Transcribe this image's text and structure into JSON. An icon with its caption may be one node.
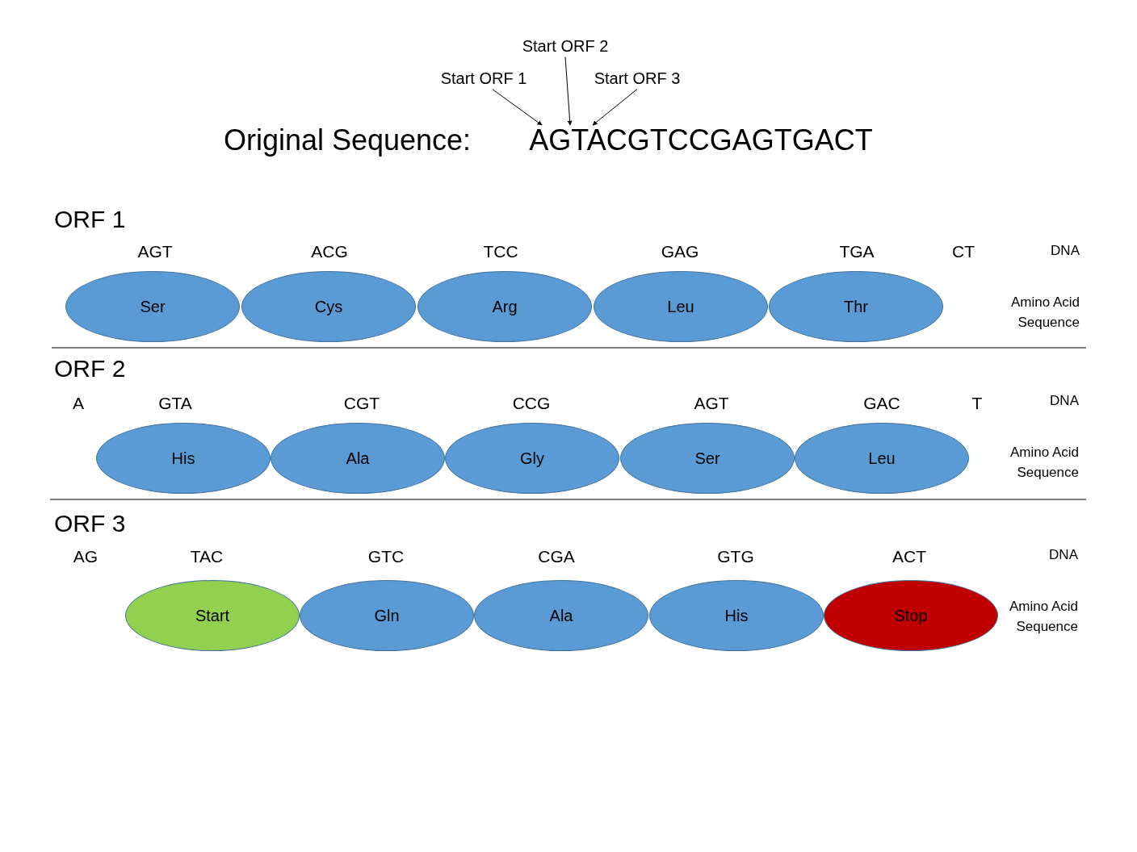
{
  "diagram": {
    "nodes": [
      {
        "text": [
          "Start ORF 1"
        ]
      },
      {
        "text": [
          "Start ORF 2"
        ]
      },
      {
        "text": [
          "Start ORF 3"
        ]
      },
      {
        "text": [
          "AGTACGTCCGAGTGACT"
        ]
      },
      {
        "text": [
          "Ser"
        ]
      },
      {
        "text": [
          "Cys"
        ]
      },
      {
        "text": [
          "Arg"
        ]
      },
      {
        "text": [
          "Leu"
        ]
      },
      {
        "text": [
          "Thr"
        ]
      },
      {
        "text": [
          "His"
        ]
      },
      {
        "text": [
          "Ala"
        ]
      },
      {
        "text": [
          "Gly"
        ]
      },
      {
        "text": [
          "Ser"
        ]
      },
      {
        "text": [
          "Leu"
        ]
      },
      {
        "text": [
          "Start"
        ]
      },
      {
        "text": [
          "Gln"
        ]
      },
      {
        "text": [
          "Ala"
        ]
      },
      {
        "text": [
          "His"
        ]
      },
      {
        "text": [
          "Stop"
        ]
      }
    ],
    "edges": [
      {
        "from": 0,
        "to": 3,
        "arrow": "to"
      },
      {
        "from": 1,
        "to": 3,
        "arrow": "to"
      },
      {
        "from": 2,
        "to": 3,
        "arrow": "to"
      }
    ],
    "labels": [
      "Original Sequence:",
      "ORF 1",
      "AGT",
      "ACG",
      "TCC",
      "GAG",
      "TGA",
      "CT",
      "DNA",
      "Amino Acid Sequence",
      "ORF 2",
      "A",
      "GTA",
      "CGT",
      "CCG",
      "AGT",
      "GAC",
      "T",
      "DNA",
      "Amino Acid Sequence",
      "ORF 3",
      "AG",
      "TAC",
      "GTC",
      "CGA",
      "GTG",
      "ACT",
      "DNA",
      "Amino Acid Sequence"
    ]
  }
}
